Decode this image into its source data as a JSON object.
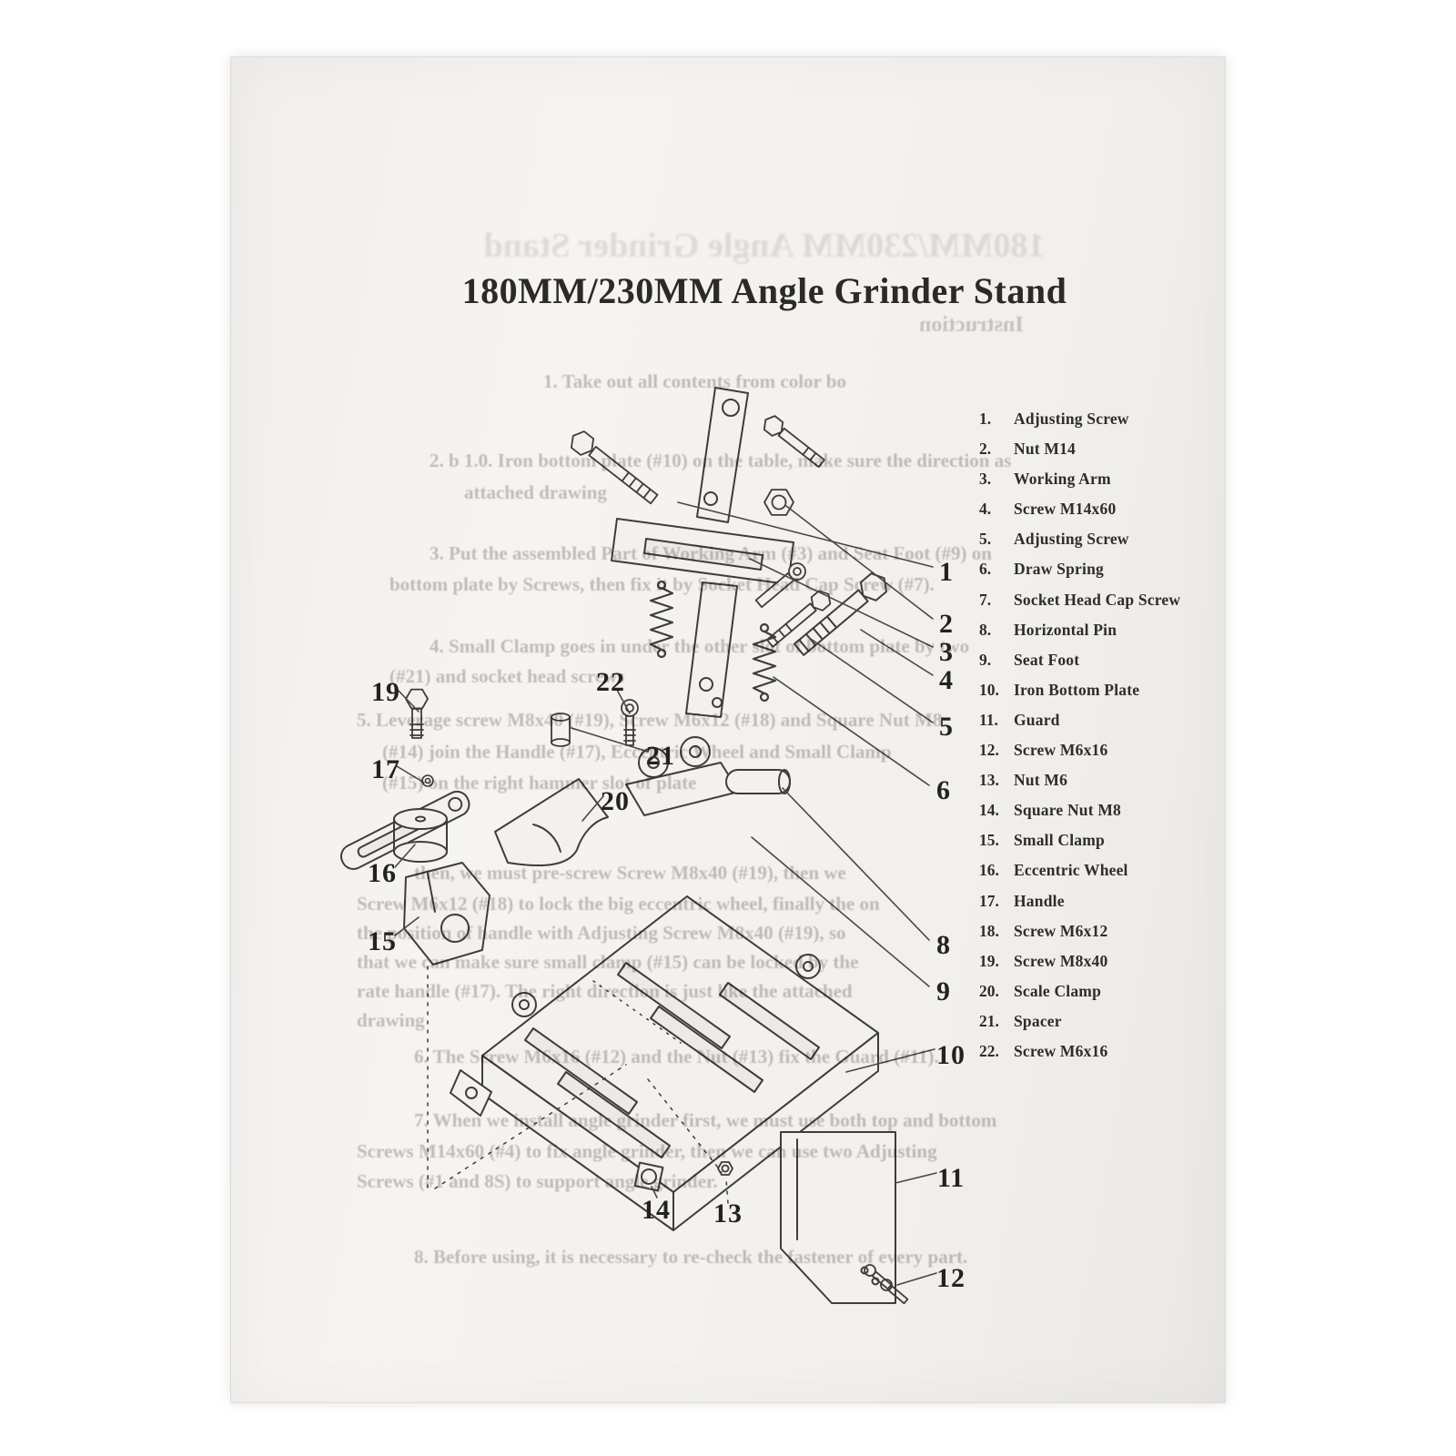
{
  "document": {
    "title": "180MM/230MM Angle Grinder Stand"
  },
  "parts": {
    "items": [
      {
        "num": "1.",
        "name": "Adjusting Screw"
      },
      {
        "num": "2.",
        "name": "Nut M14"
      },
      {
        "num": "3.",
        "name": "Working Arm"
      },
      {
        "num": "4.",
        "name": "Screw M14x60"
      },
      {
        "num": "5.",
        "name": "Adjusting Screw"
      },
      {
        "num": "6.",
        "name": "Draw Spring"
      },
      {
        "num": "7.",
        "name": "Socket Head Cap Screw"
      },
      {
        "num": "8.",
        "name": "Horizontal Pin"
      },
      {
        "num": "9.",
        "name": "Seat Foot"
      },
      {
        "num": "10.",
        "name": "Iron Bottom Plate"
      },
      {
        "num": "11.",
        "name": "Guard"
      },
      {
        "num": "12.",
        "name": "Screw M6x16"
      },
      {
        "num": "13.",
        "name": "Nut M6"
      },
      {
        "num": "14.",
        "name": "Square Nut M8"
      },
      {
        "num": "15.",
        "name": "Small Clamp"
      },
      {
        "num": "16.",
        "name": "Eccentric Wheel"
      },
      {
        "num": "17.",
        "name": "Handle"
      },
      {
        "num": "18.",
        "name": "Screw M6x12"
      },
      {
        "num": "19.",
        "name": "Screw M8x40"
      },
      {
        "num": "20.",
        "name": "Scale Clamp"
      },
      {
        "num": "21.",
        "name": "Spacer"
      },
      {
        "num": "22.",
        "name": "Screw M6x16"
      }
    ]
  },
  "callouts": {
    "c1": "1",
    "c2": "2",
    "c3": "3",
    "c4": "4",
    "c5": "5",
    "c6": "6",
    "c8": "8",
    "c9": "9",
    "c10": "10",
    "c11": "11",
    "c12": "12",
    "c13": "13",
    "c14": "14",
    "c15": "15",
    "c16": "16",
    "c17": "17",
    "c19": "19",
    "c20": "20",
    "c21": "21",
    "c22": "22"
  },
  "ghost": {
    "title": "180MM/230MM Angle Grinder Stand",
    "instruction": "Instruction",
    "lines": [
      "1.  Take out all contents from color bo",
      "2.  b 1.0.  Iron bottom plate (#10) on the table, make sure the direction as",
      "attached drawing",
      "3.  Put the assembled Part of Working Arm (#3) and Seat Foot (#9) on",
      "bottom plate by Screws, then fix it by Socket Head Cap Screw (#7).",
      "4.  Small Clamp goes in under the other slot of bottom plate by two",
      "(#21) and socket head screws",
      "5.  Leverage screw M8x40 (#19), Screw M6x12 (#18) and Square Nut M8",
      "(#14) join the Handle (#17), Eccentric Wheel and Small Clamp",
      "(#15) on the right hammer slot of plate",
      "then, we must pre-screw Screw M8x40 (#19), then we",
      "Screw M6x12 (#18) to lock the big eccentric wheel, finally the on",
      "the position of handle with Adjusting Screw M8x40 (#19), so",
      "that we can make sure small clamp (#15) can be locked by the",
      "rate handle (#17).  The right direction is just like the attached",
      "drawing",
      "6.  The Screw M6x16 (#12) and the Nut (#13) fix the Guard (#11).",
      "7.  When we install angle grinder first, we must use both top and bottom",
      "Screws M14x60 (#4) to fix angle grinder, then we can use two Adjusting",
      "Screws (#1 and 8S) to support angle grinder.",
      "8.  Before using, it is necessary to re-check the fastener of every part."
    ]
  }
}
